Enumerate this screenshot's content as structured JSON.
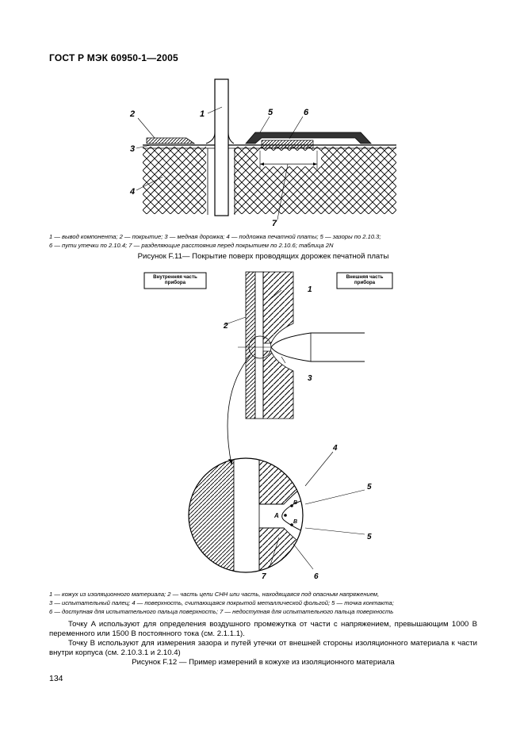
{
  "header": {
    "doc_code": "ГОСТ Р МЭК 60950-1—2005"
  },
  "fig11": {
    "callouts": [
      "1",
      "2",
      "3",
      "4",
      "5",
      "6",
      "7"
    ],
    "legend_line1": "1 — вывод компонента; 2 — покрытие; 3 — медная дорожка; 4 — подложка печатной платы; 5 — зазоры по 2.10.3;",
    "legend_line2": "6 — пути утечки по 2.10.4; 7 — разделяющие расстояния перед покрытием по 2.10.6; таблица 2N",
    "caption": "Рисунок F.11— Покрытие поверх проводящих дорожек печатной платы"
  },
  "fig12": {
    "inner_box": "Внутренняя часть прибора",
    "outer_box": "Внешняя часть прибора",
    "callouts": [
      "1",
      "2",
      "3",
      "4",
      "5",
      "5",
      "6",
      "7"
    ],
    "point_a": "A",
    "point_b": "B",
    "legend_line1": "1 — кожух из изоляционного материала; 2 — часть цепи СНН или часть, находящаяся под опасным напряжением,",
    "legend_line2": "3 — испытательный палец; 4 — поверхность, считающаяся покрытой металлической фольгой; 5 — точка контакта;",
    "legend_line3": "6 — доступная для испытательного пальца поверхность; 7 — недоступная для испытательного пальца поверхность",
    "para1": "Точку A используют для определения воздушного промежутка от части с напряжением, превышающим 1000 В переменного или 1500 В постоянного тока (см. 2.1.1.1).",
    "para2": "Точку B используют для измерения зазора и путей утечки от внешней стороны изоляционного материала к части внутри корпуса (см. 2.10.3.1 и 2.10.4)",
    "caption": "Рисунок F.12 — Пример измерений в кожухе из изоляционного материала"
  },
  "page_number": "134"
}
